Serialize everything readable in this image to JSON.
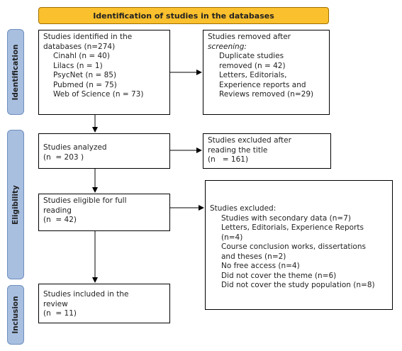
{
  "header": "Identification of studies in the databases",
  "stages": {
    "identification": "Identification",
    "eligibility": "Eligibility",
    "inclusion": "Inclusion"
  },
  "identified": {
    "title_l1": "Studies identified in the",
    "title_l2": "databases (n=274)",
    "items": [
      "Cinahl (n = 40)",
      "Lilacs (n = 1)",
      "PsycNet (n = 85)",
      "Pubmed (n = 75)",
      "Web of Science (n = 73)"
    ]
  },
  "removed": {
    "title_l1": "Studies removed after",
    "title_l2": "screening:",
    "items": [
      "Duplicate studies",
      "removed (n = 42)",
      "Letters, Editorials,",
      "Experience reports and",
      "Reviews removed (n=29)"
    ]
  },
  "analyzed": {
    "l1": "Studies analyzed",
    "l2": "(n  = 203 )"
  },
  "excluded_title": {
    "l1": "Studies excluded after",
    "l2": "reading the title",
    "l3": "(n   = 161)"
  },
  "eligible": {
    "l1": "Studies eligible for full",
    "l2": "reading",
    "l3": "(n  = 42)"
  },
  "excluded": {
    "title": "Studies excluded:",
    "items": [
      "Studies with secondary data (n=7)",
      "Letters, Editorials, Experience Reports",
      "(n=4)",
      "Course conclusion works, dissertations",
      "and theses (n=2)",
      "No free access (n=4)",
      "Did not cover the theme (n=6)",
      "Did not cover the study population (n=8)"
    ]
  },
  "included": {
    "l1": "Studies included in the",
    "l2": "review",
    "l3": "(n  = 11)"
  }
}
